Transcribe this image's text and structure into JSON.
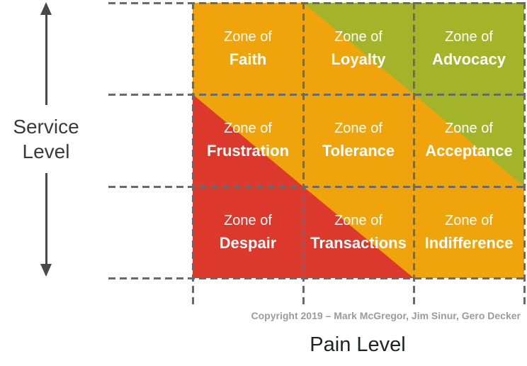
{
  "axes": {
    "y_label_line1": "Service",
    "y_label_line2": "Level",
    "x_label": "Pain Level"
  },
  "copyright": "Copyright 2019 – Mark McGregor, Jim Sinur, Gero Decker",
  "colors": {
    "orange": "#EFA40B",
    "green": "#A3B42B",
    "red": "#DC382B",
    "grid_dash": "#6A6A6C",
    "arrow": "#48484A",
    "zone_text": "#FFFFFF"
  },
  "grid": {
    "rows": 3,
    "cols": 3,
    "zones": [
      {
        "prefix": "Zone of",
        "name": "Faith",
        "fill": "orange"
      },
      {
        "prefix": "Zone of",
        "name": "Loyalty",
        "fill": "orange-green"
      },
      {
        "prefix": "Zone of",
        "name": "Advocacy",
        "fill": "green"
      },
      {
        "prefix": "Zone of",
        "name": "Frustration",
        "fill": "red-orange"
      },
      {
        "prefix": "Zone of",
        "name": "Tolerance",
        "fill": "orange"
      },
      {
        "prefix": "Zone of",
        "name": "Acceptance",
        "fill": "orange-green"
      },
      {
        "prefix": "Zone of",
        "name": "Despair",
        "fill": "red"
      },
      {
        "prefix": "Zone of",
        "name": "Transactions",
        "fill": "red-orange"
      },
      {
        "prefix": "Zone of",
        "name": "Indifference",
        "fill": "orange"
      }
    ]
  }
}
